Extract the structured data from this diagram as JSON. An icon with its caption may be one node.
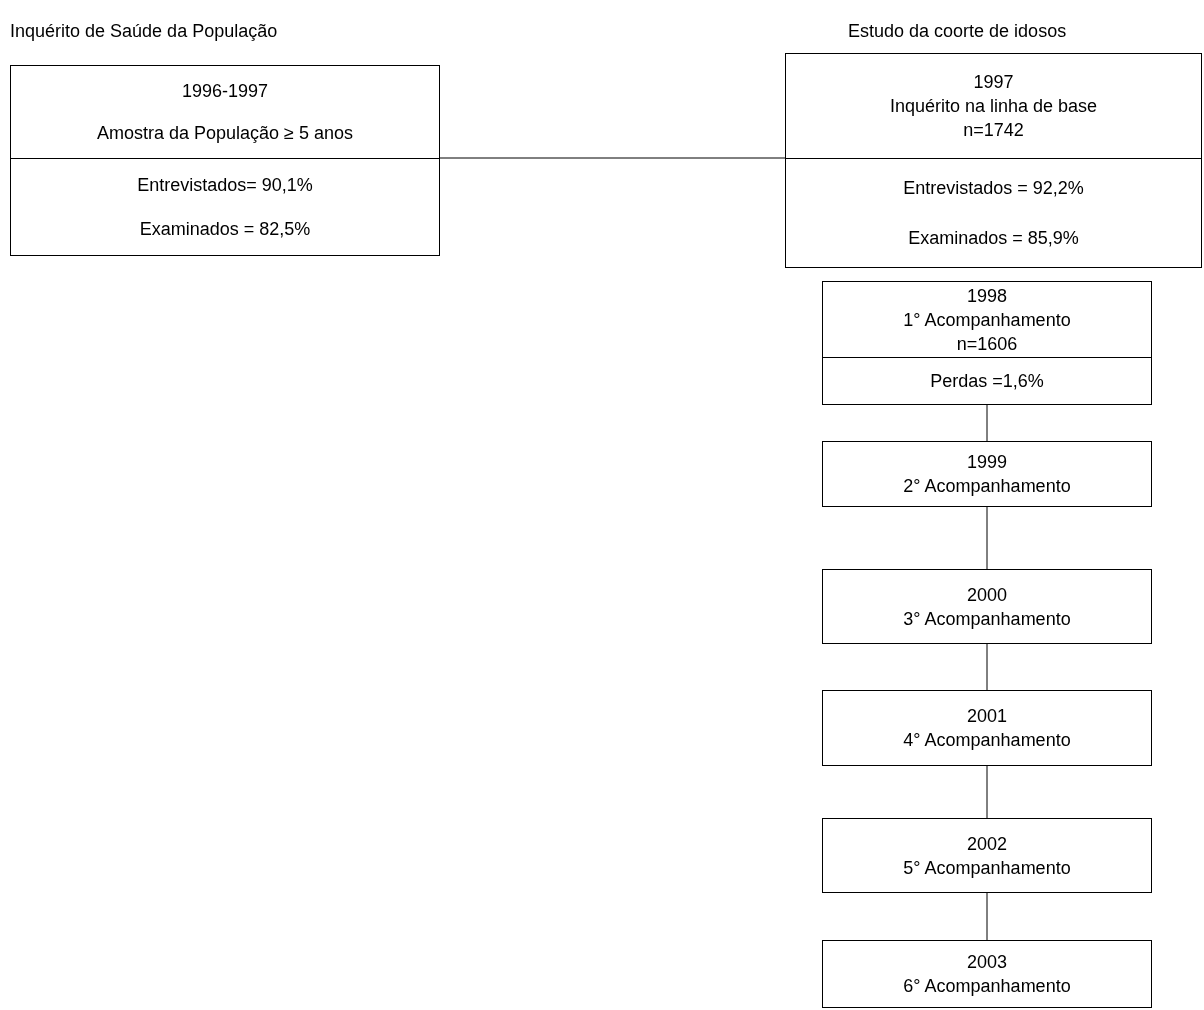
{
  "diagram": {
    "nodes": [
      {
        "text": [
          "1996-1997",
          "Amostra da População ≥ 5 anos"
        ]
      },
      {
        "text": [
          "Entrevistados= 90,1%",
          "Examinados = 82,5%"
        ]
      },
      {
        "text": [
          "1997",
          "Inquérito na linha de base",
          "n=1742"
        ]
      },
      {
        "text": [
          "Entrevistados = 92,2%",
          "Examinados = 85,9%"
        ]
      },
      {
        "text": [
          "1998",
          "1° Acompanhamento",
          "n=1606"
        ]
      },
      {
        "text": [
          "Perdas =1,6%"
        ]
      },
      {
        "text": [
          "1999",
          "2° Acompanhamento"
        ]
      },
      {
        "text": [
          "2000",
          "3° Acompanhamento"
        ]
      },
      {
        "text": [
          "2001",
          "4° Acompanhamento"
        ]
      },
      {
        "text": [
          "2002",
          "5° Acompanhamento"
        ]
      },
      {
        "text": [
          "2003",
          "6° Acompanhamento"
        ]
      }
    ],
    "edges": [
      {
        "from": 0,
        "to": 2,
        "arrow": "none"
      },
      {
        "from": 5,
        "to": 6,
        "arrow": "none"
      },
      {
        "from": 6,
        "to": 7,
        "arrow": "none"
      },
      {
        "from": 7,
        "to": 8,
        "arrow": "none"
      },
      {
        "from": 8,
        "to": 9,
        "arrow": "none"
      },
      {
        "from": 9,
        "to": 10,
        "arrow": "none"
      }
    ],
    "labels": [
      "Inquérito de Saúde da População",
      "Estudo da coorte de idosos"
    ]
  }
}
